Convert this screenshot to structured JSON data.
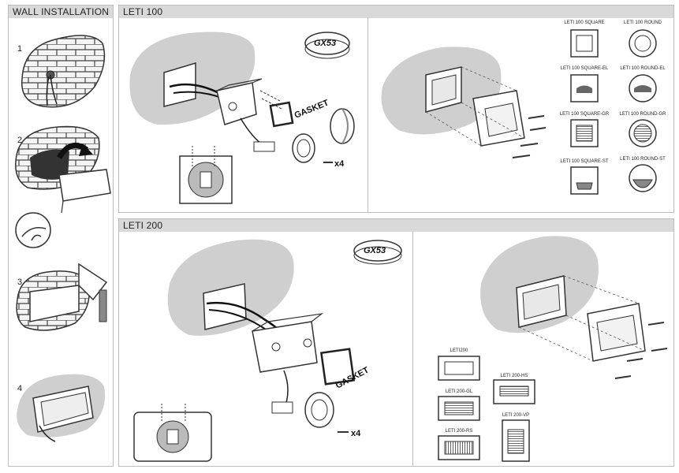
{
  "panels": {
    "wall": {
      "title": "WALL INSTALLATION",
      "steps": [
        "1",
        "2",
        "3",
        "4"
      ]
    },
    "leti100": {
      "title": "LETI 100",
      "lamp": "GX53",
      "gasket": "GASKET",
      "screws": "x4",
      "variants": [
        "LETI 100 SQUARE",
        "LETI 100 ROUND",
        "LETI 100 SQUARE-EL",
        "LETI 100 ROUND-EL",
        "LETI 100 SQUARE-GR",
        "LETI 100 ROUND-GR",
        "LETI 100 SQUARE-ST",
        "LETI 100 ROUND-ST"
      ]
    },
    "leti200": {
      "title": "LETI 200",
      "lamp": "GX53",
      "gasket": "GASKET",
      "screws": "x4",
      "variants": [
        "LETI200",
        "LETI 200-HS",
        "LETI 200-GL",
        "LETI 200-VP",
        "LETI 200-RS"
      ]
    }
  },
  "colors": {
    "header": "#d9d9d9",
    "blob": "#cfcfcf",
    "line": "#333333"
  }
}
